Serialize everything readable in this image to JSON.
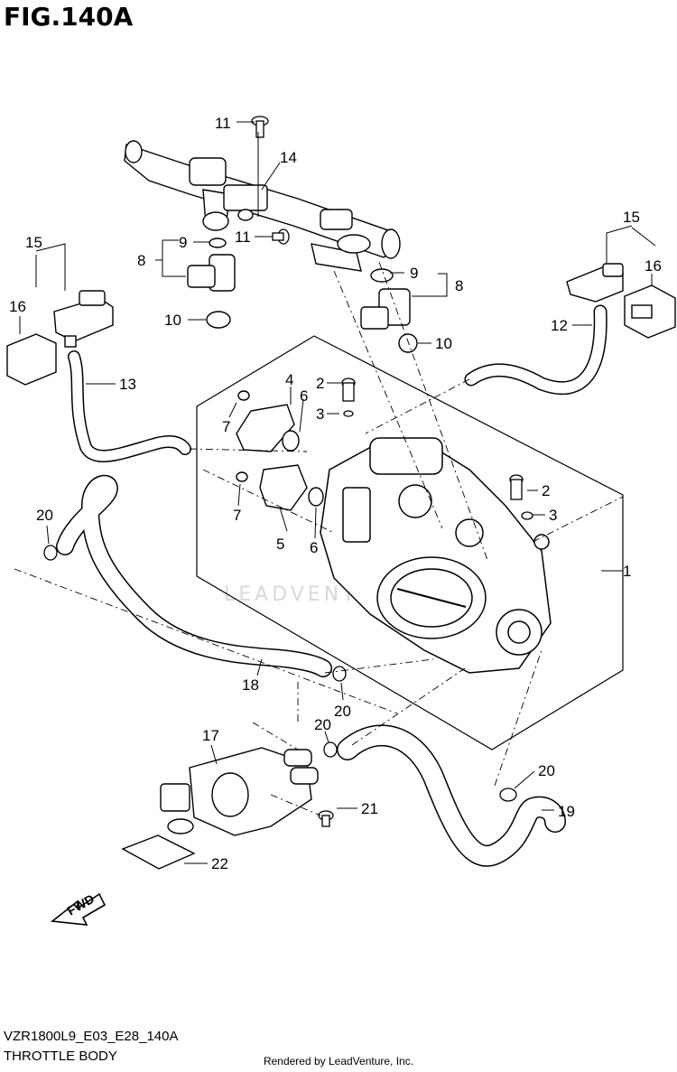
{
  "figure_title": "FIG.140A",
  "diagram_code": "VZR1800L9_E03_E28_140A",
  "diagram_subtitle": "THROTTLE BODY",
  "credit": "Rendered by LeadVenture, Inc.",
  "watermark": "LEADVENTURE",
  "direction_label": "FWD",
  "callouts": [
    {
      "id": "c11a",
      "label": "11"
    },
    {
      "id": "c14",
      "label": "14"
    },
    {
      "id": "c11b",
      "label": "11"
    },
    {
      "id": "c9a",
      "label": "9"
    },
    {
      "id": "c8a",
      "label": "8"
    },
    {
      "id": "c10a",
      "label": "10"
    },
    {
      "id": "c9b",
      "label": "9"
    },
    {
      "id": "c8b",
      "label": "8"
    },
    {
      "id": "c10b",
      "label": "10"
    },
    {
      "id": "c15a",
      "label": "15"
    },
    {
      "id": "c16a",
      "label": "16"
    },
    {
      "id": "c13",
      "label": "13"
    },
    {
      "id": "c15b",
      "label": "15"
    },
    {
      "id": "c16b",
      "label": "16"
    },
    {
      "id": "c12",
      "label": "12"
    },
    {
      "id": "c4",
      "label": "4"
    },
    {
      "id": "c2a",
      "label": "2"
    },
    {
      "id": "c6a",
      "label": "6"
    },
    {
      "id": "c3a",
      "label": "3"
    },
    {
      "id": "c7a",
      "label": "7"
    },
    {
      "id": "c7b",
      "label": "7"
    },
    {
      "id": "c5",
      "label": "5"
    },
    {
      "id": "c6b",
      "label": "6"
    },
    {
      "id": "c2b",
      "label": "2"
    },
    {
      "id": "c3b",
      "label": "3"
    },
    {
      "id": "c1",
      "label": "1"
    },
    {
      "id": "c20a",
      "label": "20"
    },
    {
      "id": "c18",
      "label": "18"
    },
    {
      "id": "c20b",
      "label": "20"
    },
    {
      "id": "c20c",
      "label": "20"
    },
    {
      "id": "c17",
      "label": "17"
    },
    {
      "id": "c20d",
      "label": "20"
    },
    {
      "id": "c21",
      "label": "21"
    },
    {
      "id": "c19",
      "label": "19"
    },
    {
      "id": "c22",
      "label": "22"
    }
  ]
}
